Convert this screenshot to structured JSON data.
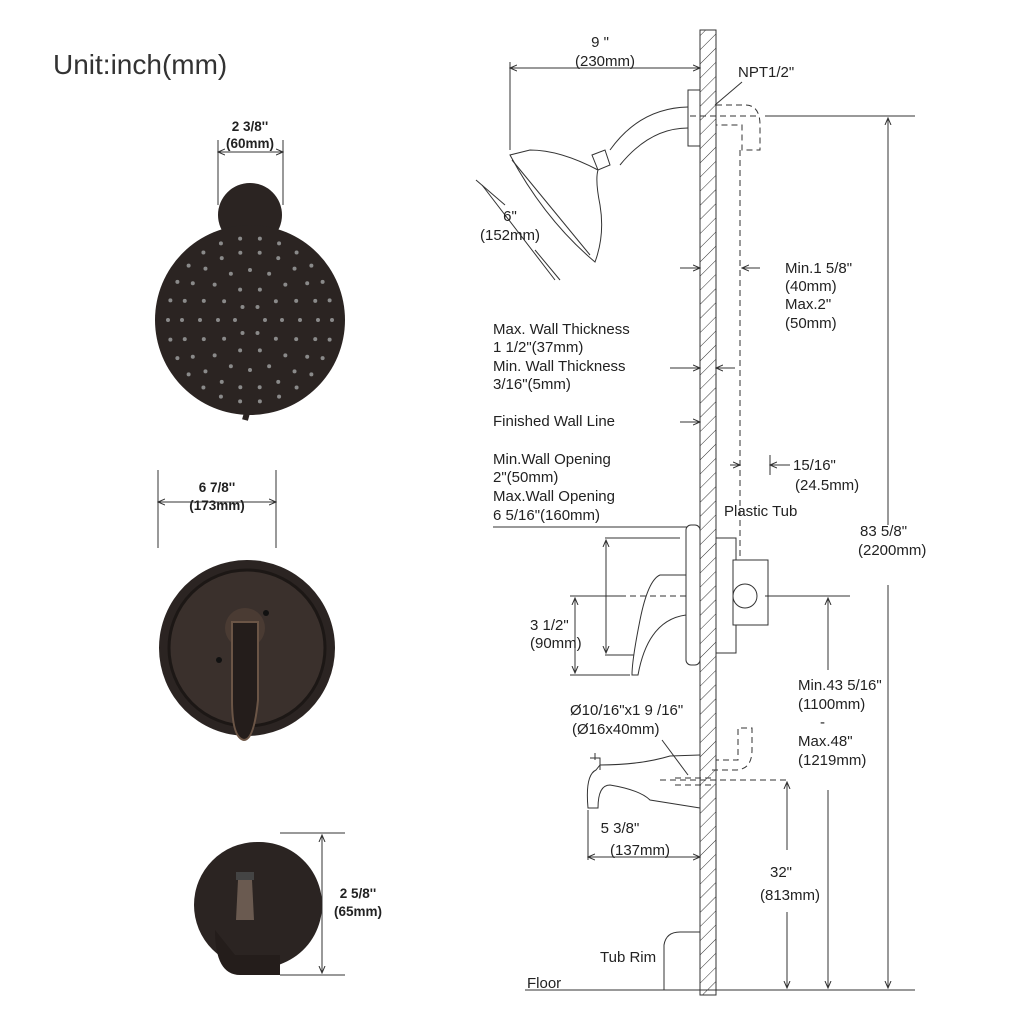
{
  "unit_label": "Unit:inch(mm)",
  "front_views": {
    "shower_head_width": {
      "in": "2 3/8''",
      "mm": "(60mm)"
    },
    "trim_width": {
      "in": "6 7/8''",
      "mm": "(173mm)"
    },
    "spout_height": {
      "in": "2 5/8''",
      "mm": "(65mm)"
    }
  },
  "side_view": {
    "arm_reach": {
      "in": "9 \"",
      "mm": "(230mm)"
    },
    "npt": "NPT1/2\"",
    "head_diameter": {
      "in": "6\"",
      "mm": "(152mm)"
    },
    "inlet_depth": {
      "min": "Min.1 5/8\"",
      "min_mm": "(40mm)",
      "max": "Max.2\"",
      "max_mm": "(50mm)"
    },
    "wall_notes": [
      "Max. Wall Thickness",
      "1 1/2\"(37mm)",
      "Min. Wall Thickness",
      "3/16\"(5mm)",
      "Finished Wall Line",
      "Min.Wall Opening",
      "2\"(50mm)",
      "Max.Wall Opening",
      "6 5/16\"(160mm)"
    ],
    "valve_depth": {
      "in": "15/16\"",
      "mm": "(24.5mm)"
    },
    "plastic_tub": "Plastic Tub",
    "total_height": {
      "in": "83 5/8\"",
      "mm": "(2200mm)"
    },
    "handle_offset": {
      "in": "3 1/2\"",
      "mm": "(90mm)"
    },
    "valve_height": {
      "min": "Min.43 5/16\"",
      "min_mm": "(1100mm)",
      "sep": "-",
      "max": "Max.48\"",
      "max_mm": "(1219mm)"
    },
    "spout_pipe": {
      "in": "Ø10/16\"x1 9 /16\"",
      "mm": "(Ø16x40mm)"
    },
    "spout_reach": {
      "in": "5 3/8\"",
      "mm": "(137mm)"
    },
    "spout_height": {
      "in": "32\"",
      "mm": "(813mm)"
    },
    "tub_rim": "Tub Rim",
    "floor": "Floor"
  }
}
